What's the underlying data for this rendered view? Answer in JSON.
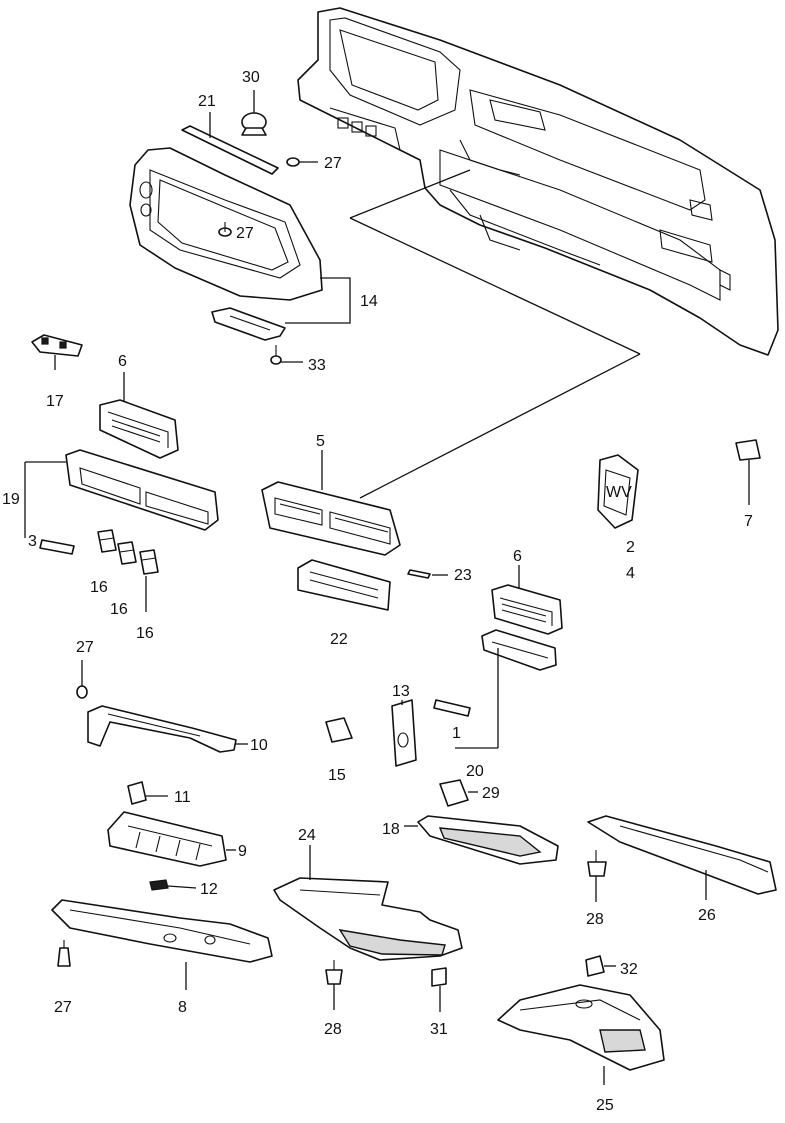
{
  "callouts": {
    "c1": "1",
    "c2": "2",
    "c3": "3",
    "c4": "4",
    "c5": "5",
    "c6a": "6",
    "c6b": "6",
    "c7": "7",
    "c8": "8",
    "c9": "9",
    "c10": "10",
    "c11": "11",
    "c12": "12",
    "c13": "13",
    "c14": "14",
    "c15": "15",
    "c16a": "16",
    "c16b": "16",
    "c16c": "16",
    "c17": "17",
    "c18": "18",
    "c19": "19",
    "c20": "20",
    "c21": "21",
    "c22": "22",
    "c23": "23",
    "c24": "24",
    "c25": "25",
    "c26": "26",
    "c27a": "27",
    "c27b": "27",
    "c27c": "27",
    "c27d": "27",
    "c28a": "28",
    "c28b": "28",
    "c29": "29",
    "c30": "30",
    "c31": "31",
    "c32": "32",
    "c33": "33"
  },
  "badge_text": "WV"
}
